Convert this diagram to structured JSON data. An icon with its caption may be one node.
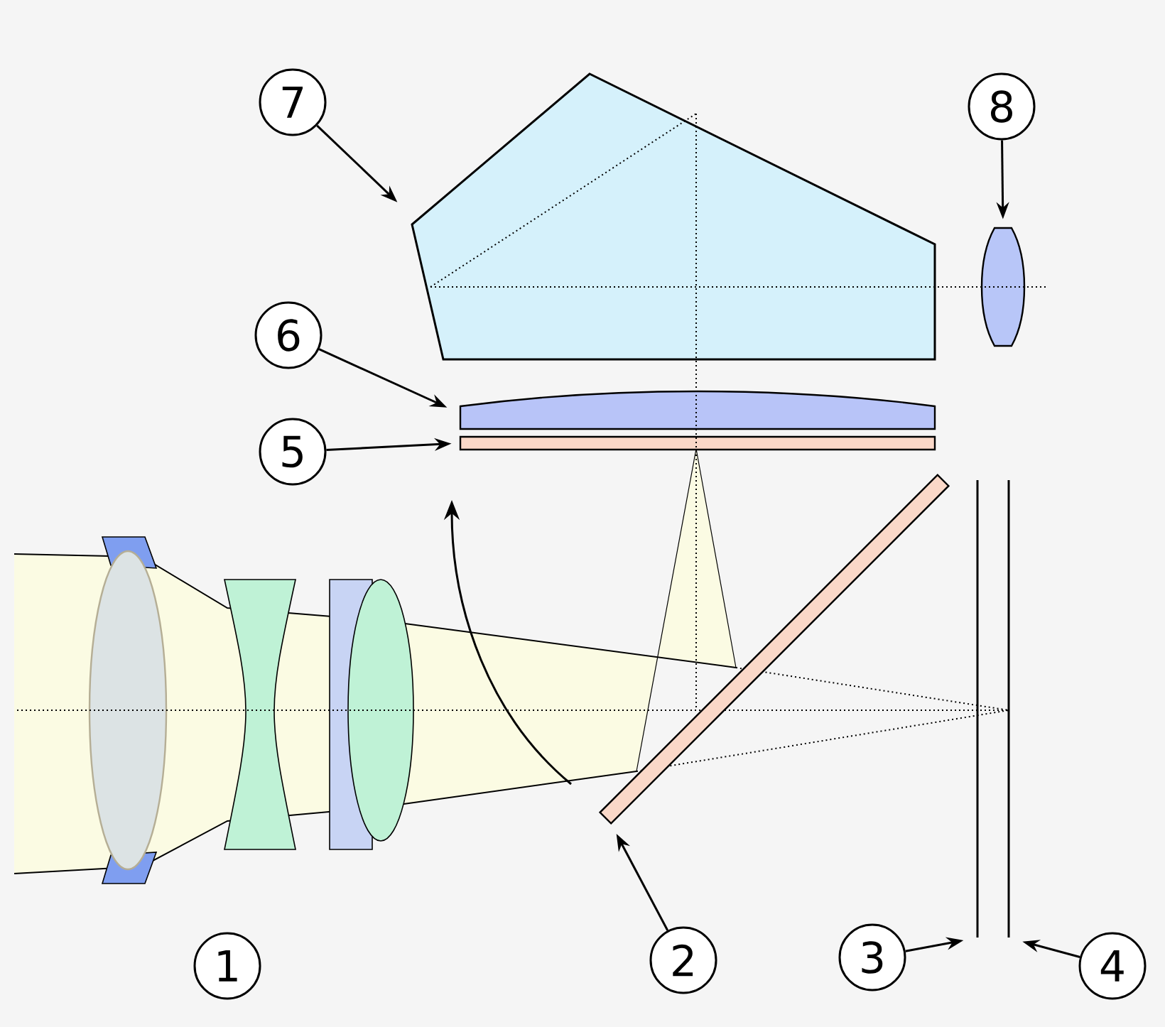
{
  "diagram": {
    "nodes": [
      {
        "text": [
          "7"
        ]
      },
      {
        "text": [
          "8"
        ]
      },
      {
        "text": [
          "6"
        ]
      },
      {
        "text": [
          "5"
        ]
      },
      {
        "text": [
          "1"
        ]
      },
      {
        "text": [
          "2"
        ]
      },
      {
        "text": [
          "3"
        ]
      },
      {
        "text": [
          "4"
        ]
      },
      {
        "text": [],
        "shape": "pentagon"
      },
      {
        "text": [],
        "shape": "lens"
      },
      {
        "text": [],
        "shape": "lens"
      },
      {
        "text": [],
        "shape": "bar"
      },
      {
        "text": [],
        "shape": "bar"
      },
      {
        "text": [],
        "shape": "line"
      },
      {
        "text": [],
        "shape": "line"
      }
    ],
    "edges": [
      {
        "from": 0,
        "to": 8,
        "arrow": "to"
      },
      {
        "from": 1,
        "to": 9,
        "arrow": "to"
      },
      {
        "from": 2,
        "to": 10,
        "arrow": "to"
      },
      {
        "from": 3,
        "to": 11,
        "arrow": "to"
      },
      {
        "from": 5,
        "to": 12,
        "arrow": "to"
      },
      {
        "from": 6,
        "to": 13,
        "arrow": "to"
      },
      {
        "from": 7,
        "to": 14,
        "arrow": "to"
      }
    ]
  }
}
